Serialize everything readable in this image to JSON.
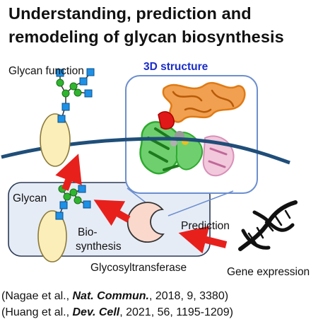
{
  "title": {
    "line1": "Understanding, prediction and",
    "line2": "remodeling of glycan biosynthesis"
  },
  "labels": {
    "glycan_function": "Glycan function",
    "structure_3d": "3D structure",
    "glycan": "Glycan",
    "biosynthesis_line1": "Bio-",
    "biosynthesis_line2": "synthesis",
    "prediction": "Prediction",
    "glycosyltransferase": "Glycosyltransferase",
    "gene_expression": "Gene expression"
  },
  "citations": [
    {
      "prefix": "(Nagae et al., ",
      "journal": "Nat. Commun.",
      "suffix": ", 2018, 9, 3380)"
    },
    {
      "prefix": "(Huang et al., ",
      "journal": "Dev. Cell",
      "suffix": ", 2021, 56, 1195-1209)"
    }
  ],
  "colors": {
    "title_text": "#111111",
    "structure_title": "#1a2cc9",
    "membrane": "#1f4e79",
    "cell_box_fill": "#e6ecf6",
    "cell_box_stroke": "#2a3a55",
    "protein_box_stroke": "#6c8fd0",
    "arrow": "#e8201c",
    "ellipse_fill": "#fbeeb8",
    "ellipse_stroke": "#8a7a3a",
    "glcnac_square": "#1e90e6",
    "mannose_circle": "#2fb52f",
    "enzyme_fill": "#fbd8cc",
    "protein_orange": "#e07a14",
    "protein_green": "#2eaa2e",
    "protein_pink": "#e8a8c8",
    "protein_red": "#e01818"
  },
  "icons": [
    "glycan-tree-icon",
    "membrane-protein-icon",
    "glycosyltransferase-enzyme-icon",
    "dna-double-helix-icon",
    "protein-ribbon-structure-icon"
  ]
}
